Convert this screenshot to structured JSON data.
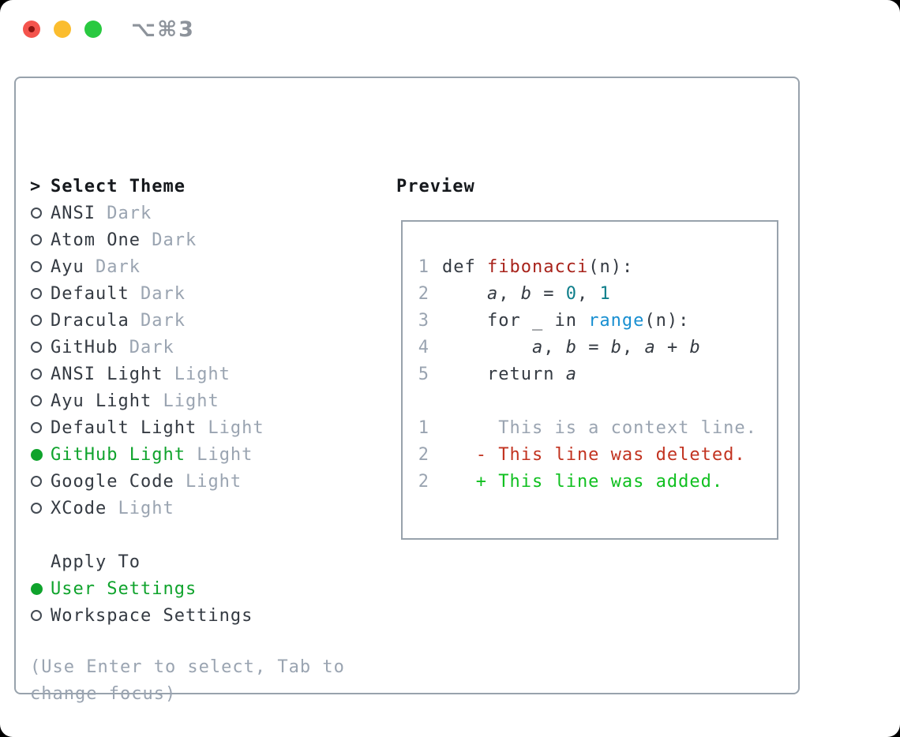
{
  "window": {
    "shortcut": "⌥⌘3"
  },
  "theme_picker": {
    "prompt": ">",
    "header": "Select Theme",
    "items": [
      {
        "label": "ANSI",
        "variant": "Dark",
        "selected": false
      },
      {
        "label": "Atom One",
        "variant": "Dark",
        "selected": false
      },
      {
        "label": "Ayu",
        "variant": "Dark",
        "selected": false
      },
      {
        "label": "Default",
        "variant": "Dark",
        "selected": false
      },
      {
        "label": "Dracula",
        "variant": "Dark",
        "selected": false
      },
      {
        "label": "GitHub",
        "variant": "Dark",
        "selected": false
      },
      {
        "label": "ANSI Light",
        "variant": "Light",
        "selected": false
      },
      {
        "label": "Ayu Light",
        "variant": "Light",
        "selected": false
      },
      {
        "label": "Default Light",
        "variant": "Light",
        "selected": false
      },
      {
        "label": "GitHub Light",
        "variant": "Light",
        "selected": true
      },
      {
        "label": "Google Code",
        "variant": "Light",
        "selected": false
      },
      {
        "label": "XCode",
        "variant": "Light",
        "selected": false
      }
    ],
    "apply_to": {
      "header": "Apply To",
      "options": [
        {
          "label": "User Settings",
          "selected": true
        },
        {
          "label": "Workspace Settings",
          "selected": false
        }
      ]
    },
    "hint": "(Use Enter to select, Tab to change focus)"
  },
  "preview": {
    "header": "Preview",
    "lines": [
      {
        "num": "1",
        "tokens": [
          {
            "t": "plain",
            "s": "def "
          },
          {
            "t": "fn",
            "s": "fibonacci"
          },
          {
            "t": "plain",
            "s": "(n):"
          }
        ]
      },
      {
        "num": "2",
        "tokens": [
          {
            "t": "plain",
            "s": "    "
          },
          {
            "t": "var",
            "s": "a"
          },
          {
            "t": "plain",
            "s": ", "
          },
          {
            "t": "var",
            "s": "b"
          },
          {
            "t": "plain",
            "s": " = "
          },
          {
            "t": "num",
            "s": "0"
          },
          {
            "t": "plain",
            "s": ", "
          },
          {
            "t": "num",
            "s": "1"
          }
        ]
      },
      {
        "num": "3",
        "tokens": [
          {
            "t": "plain",
            "s": "    for _ in "
          },
          {
            "t": "builtin",
            "s": "range"
          },
          {
            "t": "plain",
            "s": "(n):"
          }
        ]
      },
      {
        "num": "4",
        "tokens": [
          {
            "t": "plain",
            "s": "        "
          },
          {
            "t": "var",
            "s": "a"
          },
          {
            "t": "plain",
            "s": ", "
          },
          {
            "t": "var",
            "s": "b"
          },
          {
            "t": "plain",
            "s": " = "
          },
          {
            "t": "var",
            "s": "b"
          },
          {
            "t": "plain",
            "s": ", "
          },
          {
            "t": "var",
            "s": "a"
          },
          {
            "t": "plain",
            "s": " + "
          },
          {
            "t": "var",
            "s": "b"
          }
        ]
      },
      {
        "num": "5",
        "tokens": [
          {
            "t": "plain",
            "s": "    return "
          },
          {
            "t": "var",
            "s": "a"
          }
        ]
      },
      {
        "num": "",
        "tokens": []
      },
      {
        "num": "1",
        "tokens": [
          {
            "t": "ctx",
            "s": "     This is a context line."
          }
        ]
      },
      {
        "num": "2",
        "tokens": [
          {
            "t": "del",
            "s": "   - This line was deleted."
          }
        ]
      },
      {
        "num": "2",
        "tokens": [
          {
            "t": "add",
            "s": "   + This line was added."
          }
        ]
      }
    ]
  },
  "colors": {
    "traffic_red": "#f4544d",
    "traffic_red_dot": "#8c1410",
    "traffic_yellow": "#fbbd2e",
    "traffic_green": "#29c940",
    "title_gray": "#8d939b",
    "border_gray": "#98a2ac",
    "text_dark": "#343a42",
    "header_black": "#15181c",
    "muted_gray": "#9aa4b1",
    "accent_green": "#0fa32c",
    "added_green": "#10c020",
    "deleted_red": "#c23320",
    "func_red": "#a8231b",
    "number_teal": "#0e7e8a",
    "builtin_blue": "#188fd1"
  }
}
